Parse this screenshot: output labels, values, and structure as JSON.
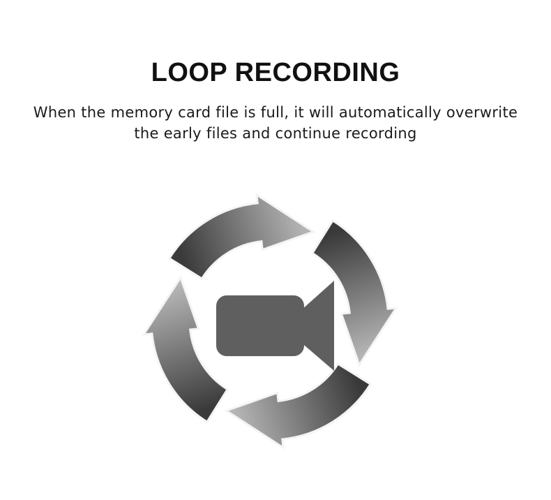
{
  "heading": {
    "title": "LOOP RECORDING",
    "description_line1": "When the memory card file is full, it will automatically overwrite",
    "description_line2": "the early files and continue recording"
  },
  "graphic": {
    "center_icon": "video-camera-icon",
    "cycle_icon": "circular-arrows-icon",
    "arrow_count": 4,
    "colors": {
      "arrow_dark": "#3a3a3a",
      "arrow_light": "#b5b5b5",
      "arrow_outline": "#f4f4f4",
      "camera": "#5f5f5f"
    }
  }
}
